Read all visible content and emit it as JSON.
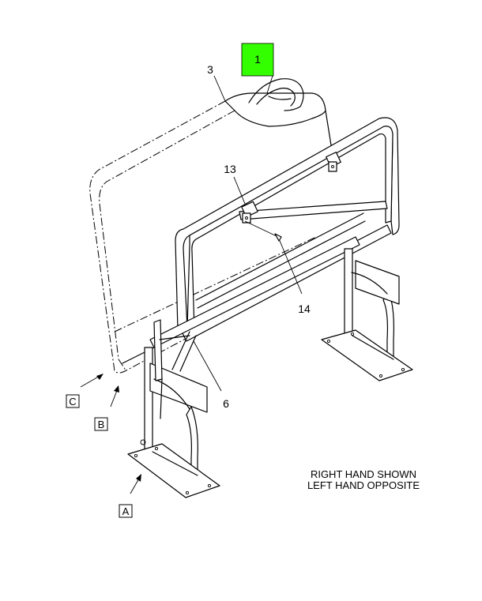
{
  "callouts": {
    "item_1": "1",
    "item_3": "3",
    "item_6": "6",
    "item_13": "13",
    "item_14": "14"
  },
  "views": {
    "a": "A",
    "b": "B",
    "c": "C"
  },
  "note": {
    "line1": "RIGHT HAND SHOWN",
    "line2": "LEFT HAND OPPOSITE"
  },
  "colors": {
    "highlight": "#33ff00"
  }
}
